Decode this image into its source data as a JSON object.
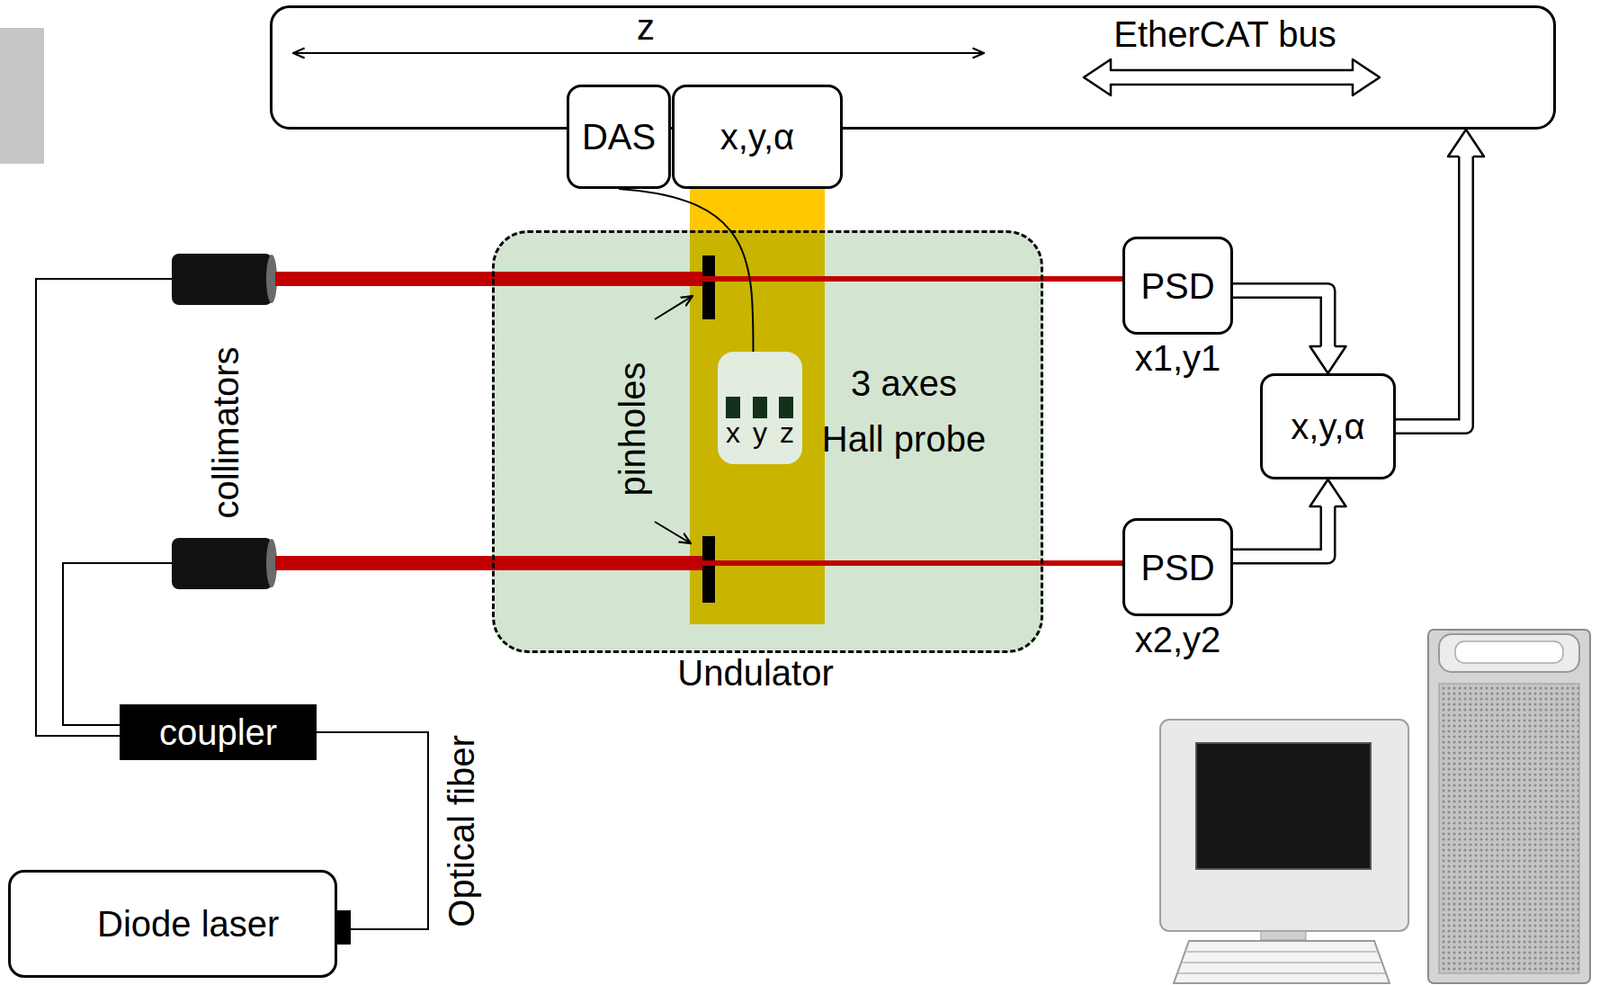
{
  "diagram": {
    "nodes": [
      {
        "text": [
          "EtherCAT bus"
        ]
      },
      {
        "text": [
          "DAS"
        ]
      },
      {
        "text": [
          "x,y,α"
        ]
      },
      {
        "text": [
          "Undulator"
        ]
      },
      {
        "text": [
          "x y z",
          "3 axes Hall probe"
        ],
        "in": 3
      },
      {
        "text": [
          "PSD",
          "x1,y1"
        ]
      },
      {
        "text": [
          "PSD",
          "x2,y2"
        ]
      },
      {
        "text": [
          "x,y,α"
        ]
      },
      {
        "text": [
          "coupler"
        ]
      },
      {
        "text": [
          "Diode laser"
        ]
      }
    ],
    "edges": [
      {
        "from": 5,
        "to": 7,
        "arrow": "to"
      },
      {
        "from": 6,
        "to": 7,
        "arrow": "to"
      },
      {
        "from": 7,
        "to": 0,
        "arrow": "to"
      },
      {
        "from": 1,
        "to": 4,
        "arrow": "none"
      },
      {
        "from": 9,
        "to": 8,
        "label": "Optical fiber",
        "arrow": "none"
      }
    ],
    "labels": [
      "z",
      "collimators",
      "pinholes"
    ]
  }
}
